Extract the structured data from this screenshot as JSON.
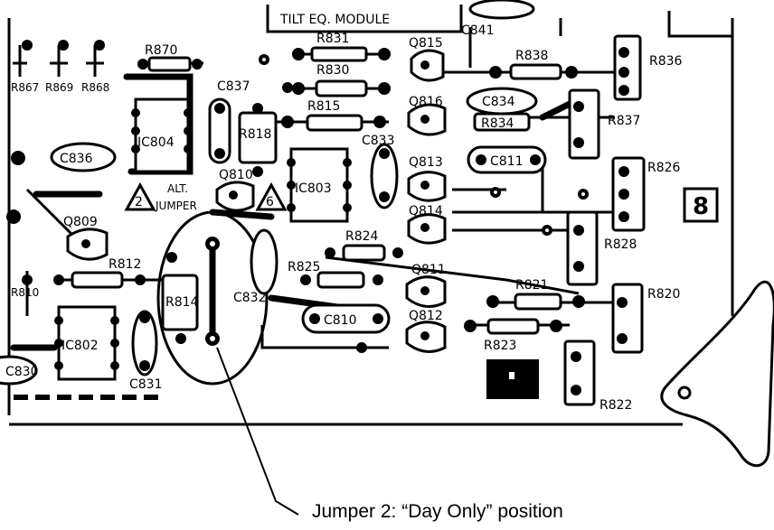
{
  "module_title": "TILT EQ. MODULE",
  "caption": "Jumper 2: “Day Only” position",
  "section_marker": "8",
  "jumper_text_1": "ALT.",
  "jumper_text_2": "JUMPER",
  "jumper_numbers": [
    "2",
    "6"
  ],
  "resistors": [
    "R870",
    "R867",
    "R869",
    "R868",
    "R831",
    "R830",
    "R815",
    "R818",
    "R838",
    "R836",
    "R837",
    "R826",
    "R828",
    "R824",
    "R825",
    "R812",
    "R814",
    "R810",
    "R821",
    "R820",
    "R823",
    "R822",
    "R834"
  ],
  "capacitors": [
    "C837",
    "C836",
    "C841",
    "C834",
    "C833",
    "C811",
    "C832",
    "C810",
    "C831",
    "C830"
  ],
  "transistors": [
    "Q815",
    "Q816",
    "Q813",
    "Q814",
    "Q810",
    "Q809",
    "Q811",
    "Q812"
  ],
  "ics": [
    "IC804",
    "IC803",
    "IC802"
  ],
  "labels": {
    "R870": "R870",
    "R867": "R867",
    "R869": "R869",
    "R868": "R868",
    "R831": "R831",
    "R830": "R830",
    "R815": "R815",
    "R818": "R818",
    "R838": "R838",
    "R836": "R836",
    "R837": "R837",
    "R826": "R826",
    "R828": "R828",
    "R824": "R824",
    "R825": "R825",
    "R812": "R812",
    "R814": "R814",
    "R810": "R810",
    "R821": "R821",
    "R820": "R820",
    "R823": "R823",
    "R822": "R822",
    "R834": "R834",
    "C837": "C837",
    "C836": "C836",
    "C841": "C841",
    "C834": "C834",
    "C833": "C833",
    "C811": "C811",
    "C832": "C832",
    "C810": "C810",
    "C831": "C831",
    "C830": "C830",
    "Q815": "Q815",
    "Q816": "Q816",
    "Q813": "Q813",
    "Q814": "Q814",
    "Q810": "Q810",
    "Q809": "Q809",
    "Q811": "Q811",
    "Q812": "Q812",
    "IC804": "IC804",
    "IC803": "IC803",
    "IC802": "IC802"
  }
}
